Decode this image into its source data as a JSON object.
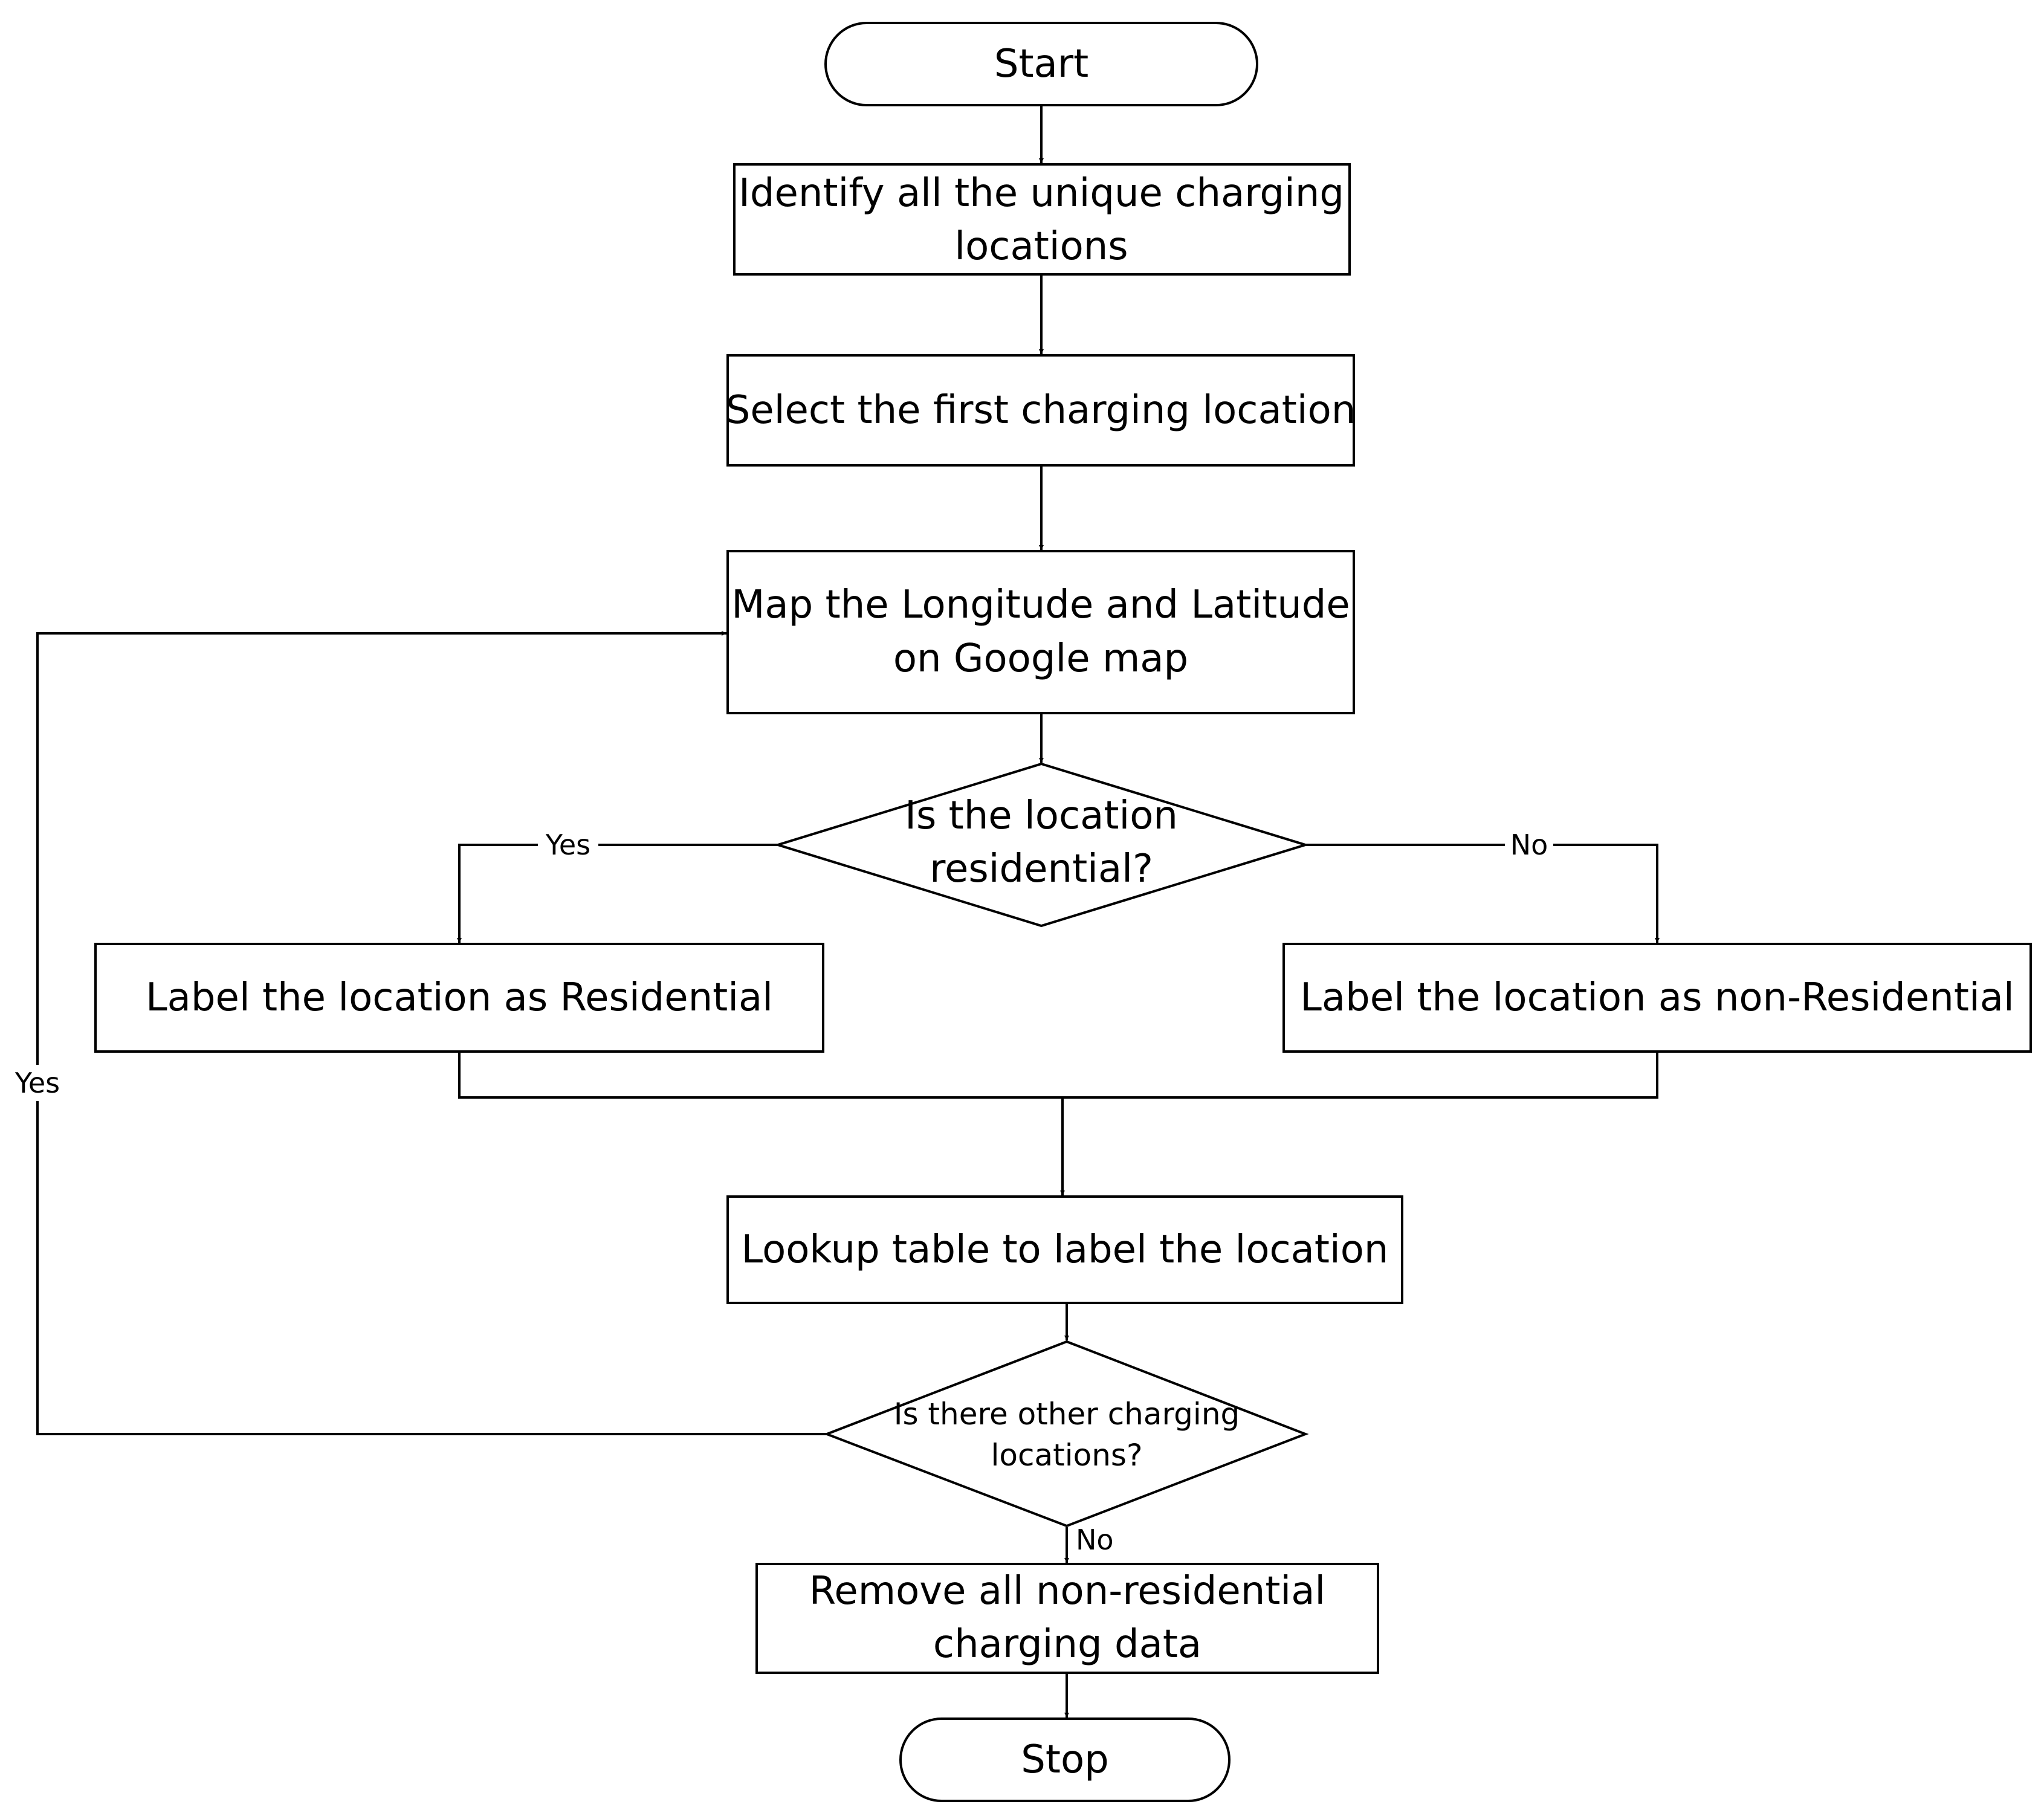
{
  "nodes": {
    "start": "Start",
    "identify": [
      "Identify all the unique charging",
      "locations"
    ],
    "select_first": "Select the first charging location",
    "map": [
      "Map the Longitude and Latitude",
      "on Google map"
    ],
    "decision_residential": [
      "Is the location",
      "residential?"
    ],
    "label_residential": "Label the location as Residential",
    "label_non_residential": "Label the location as non-Residential",
    "lookup": "Lookup table to label the location",
    "decision_other": [
      "Is there other charging",
      "locations?"
    ],
    "remove": [
      "Remove all non-residential",
      "charging data"
    ],
    "stop": "Stop"
  },
  "edge_labels": {
    "residential_yes": "Yes",
    "residential_no": "No",
    "other_yes": "Yes",
    "other_no": "No"
  },
  "colors": {
    "stroke": "#000000",
    "fill": "#ffffff"
  }
}
